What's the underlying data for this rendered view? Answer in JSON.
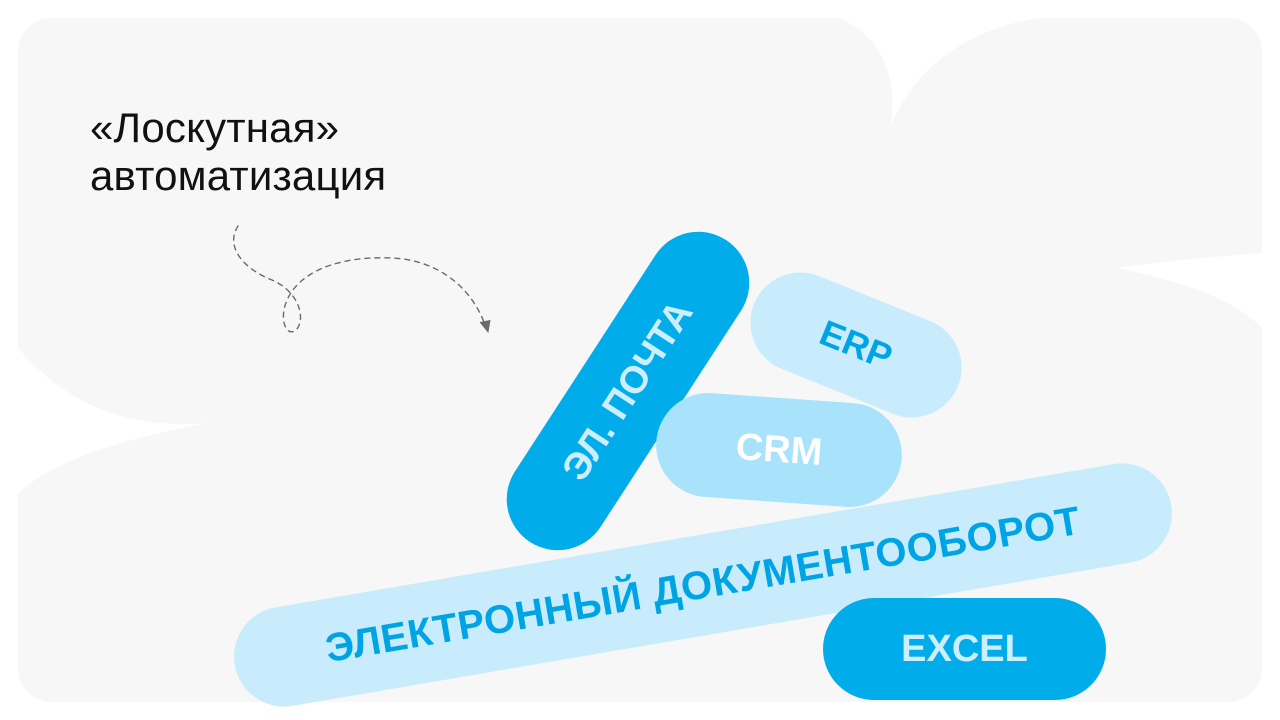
{
  "title": {
    "line1": "«Лоскутная»",
    "line2": "автоматизация"
  },
  "pills": {
    "edo": "ЭЛЕКТРОННЫЙ ДОКУМЕНТООБОРОТ",
    "mail": "ЭЛ. ПОЧТА",
    "erp": "ERP",
    "crm": "CRM",
    "excel": "EXCEL"
  },
  "colors": {
    "card_background": "#f7f7f7",
    "accent_blue": "#00adea",
    "light_blue": "#c9ecfc",
    "mid_blue": "#a9e3fb",
    "title_text": "#111111"
  }
}
